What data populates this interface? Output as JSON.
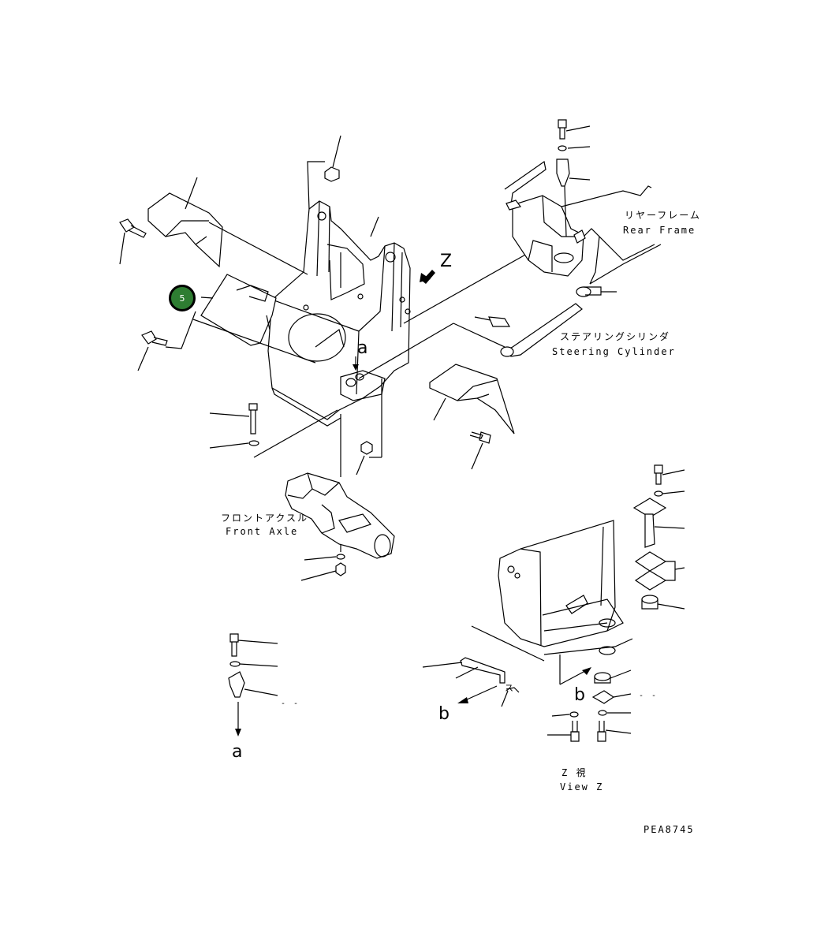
{
  "callout": {
    "number": "5",
    "color": "#2e7d32"
  },
  "labels": {
    "rear_frame_jp": "リヤーフレーム",
    "rear_frame_en": "Rear Frame",
    "steering_cylinder_jp": "ステアリングシリンダ",
    "steering_cylinder_en": "Steering Cylinder",
    "front_axle_jp": "フロントアクスル",
    "front_axle_en": "Front Axle",
    "view_z_jp": "Z 視",
    "view_z_en": "View Z",
    "drawing_code": "PEA8745"
  },
  "markers": {
    "z": "Z",
    "a_top": "a",
    "a_bottom": "a",
    "b_left": "b",
    "b_right": "b",
    "stray_jp": "ス",
    "stray_dash": "- -",
    "stray_dot": "- -"
  }
}
